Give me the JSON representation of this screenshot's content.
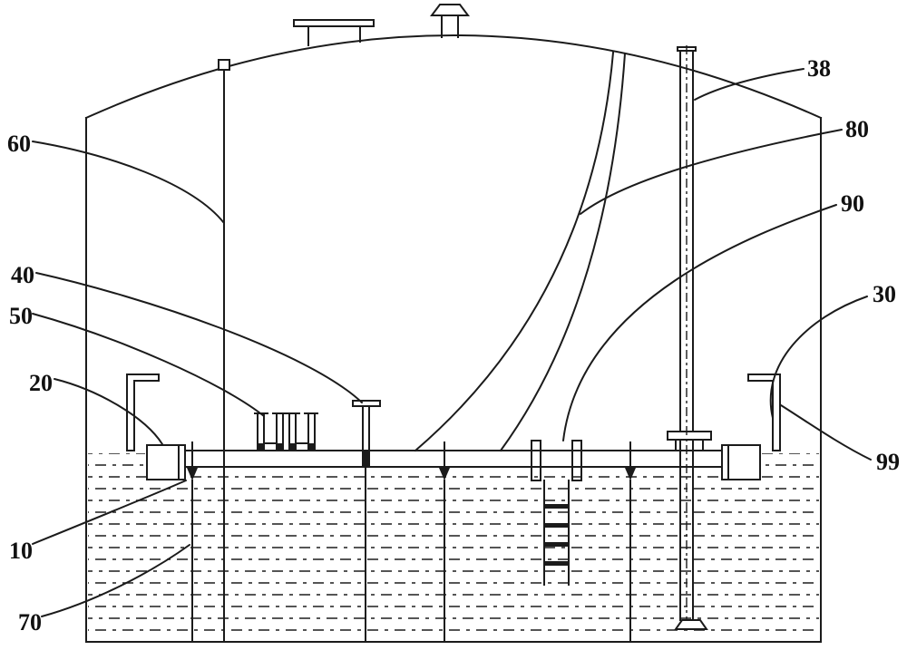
{
  "figure": {
    "ink_color": "#1b1b1b",
    "paper_color": "#ffffff",
    "callouts": [
      {
        "id": "38",
        "text": "38"
      },
      {
        "id": "80",
        "text": "80"
      },
      {
        "id": "90",
        "text": "90"
      },
      {
        "id": "30",
        "text": "30"
      },
      {
        "id": "99",
        "text": "99"
      },
      {
        "id": "60",
        "text": "60"
      },
      {
        "id": "40",
        "text": "40"
      },
      {
        "id": "50",
        "text": "50"
      },
      {
        "id": "20",
        "text": "20"
      },
      {
        "id": "10",
        "text": "10"
      },
      {
        "id": "70",
        "text": "70"
      }
    ]
  }
}
